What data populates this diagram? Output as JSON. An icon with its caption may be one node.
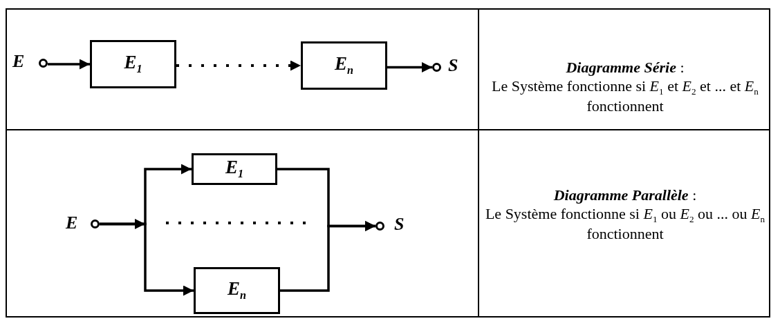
{
  "diagram": {
    "nodes": [
      {
        "text": [],
        "shape": "circle",
        "beside": [
          "E"
        ]
      },
      {
        "text": [
          "E$_{1}$"
        ]
      },
      {
        "text": [
          "E$_{n}$"
        ]
      },
      {
        "text": [],
        "shape": "circle",
        "beside": [
          "S"
        ]
      },
      {
        "text": [],
        "shape": "circle",
        "beside": [
          "E"
        ]
      },
      {
        "text": [
          "E$_{1}$"
        ]
      },
      {
        "text": [
          "E$_{n}$"
        ]
      },
      {
        "text": [],
        "shape": "circle",
        "beside": [
          "S"
        ]
      }
    ],
    "edges": [
      {
        "from": 0,
        "to": 1,
        "arrow": "to"
      },
      {
        "from": 1,
        "to": 2,
        "arrow": "to",
        "style": "dashed"
      },
      {
        "from": 2,
        "to": 3,
        "arrow": "to"
      },
      {
        "from": 4,
        "to": 5,
        "arrow": "to"
      },
      {
        "from": 4,
        "to": 6,
        "arrow": "to"
      },
      {
        "from": 5,
        "to": 7,
        "arrow": "to"
      },
      {
        "from": 6,
        "to": 7,
        "arrow": "to"
      }
    ],
    "labels": [
      "**Diagramme Série** :",
      "Le Système fonctionne si *E*$_{1}$ et *E*$_{2}$ et ... et *E*$_{n}$ fonctionnent",
      "**Diagramme Parallèle** :",
      "Le Système fonctionne si *E*$_{1}$ ou *E*$_{2}$ ou ... ou *E*$_{n}$ fonctionnent"
    ]
  }
}
